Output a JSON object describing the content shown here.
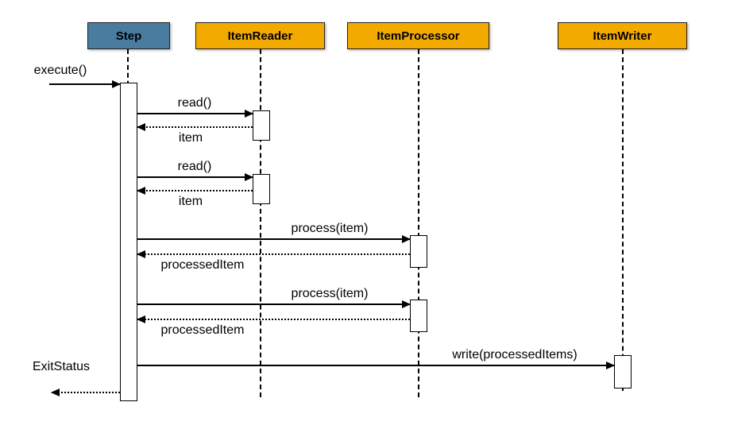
{
  "diagram": {
    "kind": "uml-sequence-diagram",
    "participants": [
      {
        "name": "Step",
        "fill": "#4a7ca0",
        "text_color": "#000000"
      },
      {
        "name": "ItemReader",
        "fill": "#f2a900",
        "text_color": "#000000"
      },
      {
        "name": "ItemProcessor",
        "fill": "#f2a900",
        "text_color": "#000000"
      },
      {
        "name": "ItemWriter",
        "fill": "#f2a900",
        "text_color": "#000000"
      }
    ],
    "messages": [
      {
        "label": "execute()",
        "from": "(caller)",
        "to": "Step",
        "style": "solid-call"
      },
      {
        "label": "read()",
        "from": "Step",
        "to": "ItemReader",
        "style": "solid-call"
      },
      {
        "label": "item",
        "from": "ItemReader",
        "to": "Step",
        "style": "dotted-return"
      },
      {
        "label": "read()",
        "from": "Step",
        "to": "ItemReader",
        "style": "solid-call"
      },
      {
        "label": "item",
        "from": "ItemReader",
        "to": "Step",
        "style": "dotted-return"
      },
      {
        "label": "process(item)",
        "from": "Step",
        "to": "ItemProcessor",
        "style": "solid-call"
      },
      {
        "label": "processedItem",
        "from": "ItemProcessor",
        "to": "Step",
        "style": "dotted-return"
      },
      {
        "label": "process(item)",
        "from": "Step",
        "to": "ItemProcessor",
        "style": "solid-call"
      },
      {
        "label": "processedItem",
        "from": "ItemProcessor",
        "to": "Step",
        "style": "dotted-return"
      },
      {
        "label": "write(processedItems)",
        "from": "Step",
        "to": "ItemWriter",
        "style": "solid-call"
      },
      {
        "label": "ExitStatus",
        "from": "Step",
        "to": "(caller)",
        "style": "dotted-return"
      }
    ],
    "line_color": "#000000",
    "background": "#ffffff"
  }
}
